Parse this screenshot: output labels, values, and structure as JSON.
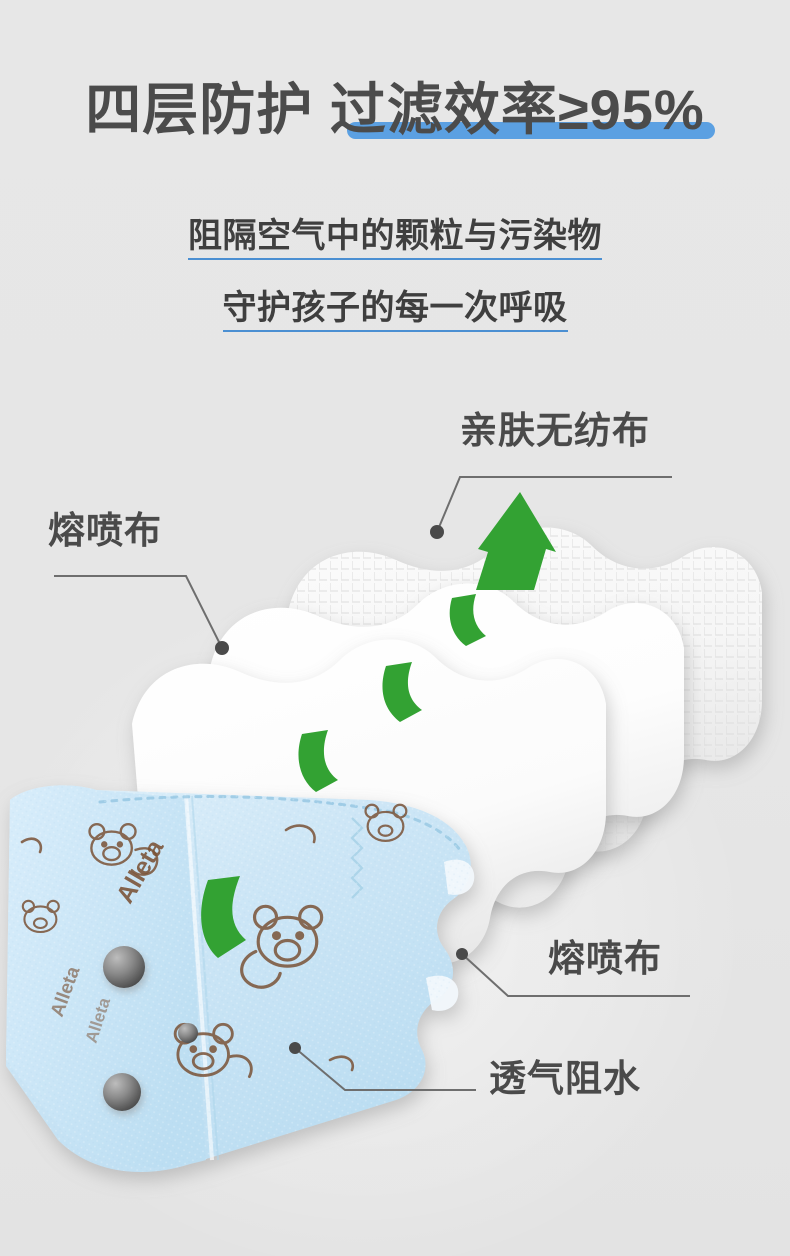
{
  "page": {
    "background_color": "#e7e7e7",
    "accent_blue": "#5ba0e2",
    "underline_blue": "#4b8fd2",
    "arrow_green": "#33a233",
    "text_color": "#4a4a4a",
    "mask_blue": "#cfe7f5"
  },
  "header": {
    "title_part1": "四层防护 ",
    "title_part2": "过滤效率≥95%",
    "subtitle_line1": "阻隔空气中的颗粒与污染物",
    "subtitle_line2": "守护孩子的每一次呼吸"
  },
  "callouts": [
    {
      "id": "top-right",
      "label": "亲肤无纺布"
    },
    {
      "id": "left",
      "label": "熔喷布"
    },
    {
      "id": "mid-right",
      "label": "熔喷布"
    },
    {
      "id": "bottom",
      "label": "透气阻水"
    }
  ],
  "product": {
    "brand_print": "Alleta",
    "layer_count": 4,
    "layers": [
      {
        "name": "亲肤无纺布",
        "color": "#ffffff",
        "textured": true
      },
      {
        "name": "熔喷布",
        "color": "#ffffff",
        "textured": false
      },
      {
        "name": "熔喷布",
        "color": "#ffffff",
        "textured": false
      },
      {
        "name": "透气阻水",
        "color": "#cfe7f5",
        "textured": false
      }
    ],
    "particle_dots": 3,
    "airflow_arrow": "green-upward-arrow"
  }
}
